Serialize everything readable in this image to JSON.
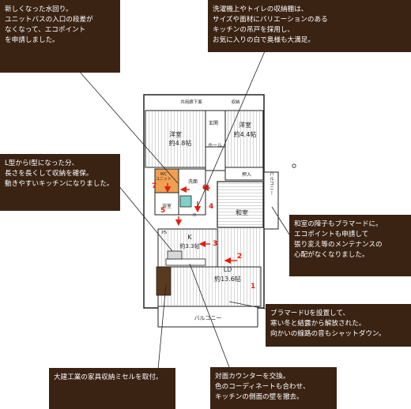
{
  "notes": {
    "water": "新しくなった水回り。\nユニットバスの入口の段差が\nなくなって、エコポイント\nを申請しました。",
    "storage": "洗濯機上やトイレの収納棚は、\nサイズや面材にバリエーションのある\nキッチンの吊戸を採用し、\nお気に入りの白で奥様も大満足。",
    "kitchen": "L型からI型になった分、\n長さを長くして収納を確保。\n動きやすいキッチンになりました。",
    "shoji": "和室の障子もブラマードに。\nエコポイントも申請して\n張り変え等のメンテナンスの\n心配がなくなりました。",
    "window": "ブラマードUを設置して、\n寒い冬と結露から解放された。\n向かいの線路の音もシャットダウン。",
    "furniture": "大建工業の家具収納ミセルを取付。",
    "counter": "対面カウンターを交換。\n色のコーディネートも合わせ、\nキッチンの側面の壁を撤去。"
  },
  "plan": {
    "rooms": {
      "western1": "洋室",
      "western1_size": "約4.8帖",
      "western2": "洋室",
      "western2_size": "約4.4帖",
      "entrance": "玄関",
      "hall": "ホール",
      "closet": "押入",
      "japanese": "和室",
      "kitchen": "K",
      "kitchen_size": "約3.3帖",
      "ld": "LD",
      "ld_size": "約13.6帖",
      "bath": "浴室",
      "washroom": "洗面",
      "balcony_bottom": "バルコニー",
      "balcony_right": "バルコニー",
      "corridor": "共用廊下面",
      "storage_top": "収納",
      "wc": "WC",
      "unit": "ユニット",
      "fridge": "冷",
      "pantry": "PS"
    },
    "numbers": [
      "1",
      "2",
      "3",
      "4",
      "5",
      "6",
      "7"
    ]
  },
  "colors": {
    "note_bg": "#3b2314",
    "arrow": "#e02010",
    "line": "#222222",
    "bath_fill": "#f0a050"
  }
}
